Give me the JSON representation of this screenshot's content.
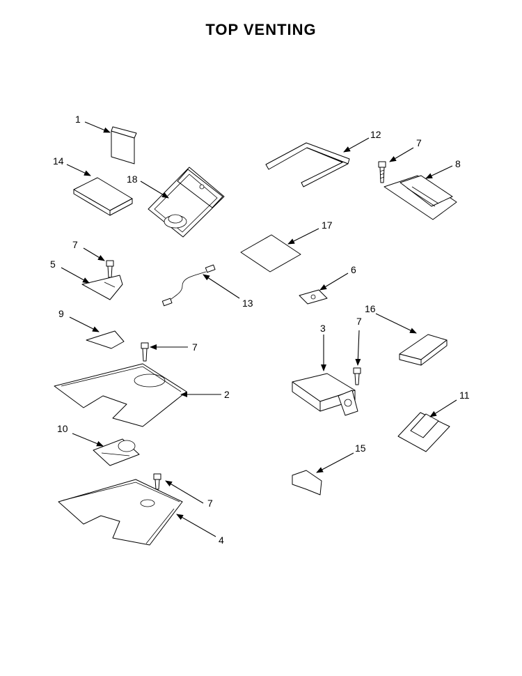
{
  "title": "TOP  VENTING",
  "callouts": {
    "c1": "1",
    "c2": "2",
    "c3": "3",
    "c4": "4",
    "c5": "5",
    "c6": "6",
    "c7a": "7",
    "c7b": "7",
    "c7c": "7",
    "c7d": "7",
    "c7e": "7",
    "c8": "8",
    "c9": "9",
    "c10": "10",
    "c11": "11",
    "c12": "12",
    "c13": "13",
    "c14": "14",
    "c15": "15",
    "c16": "16",
    "c17": "17",
    "c18": "18"
  }
}
